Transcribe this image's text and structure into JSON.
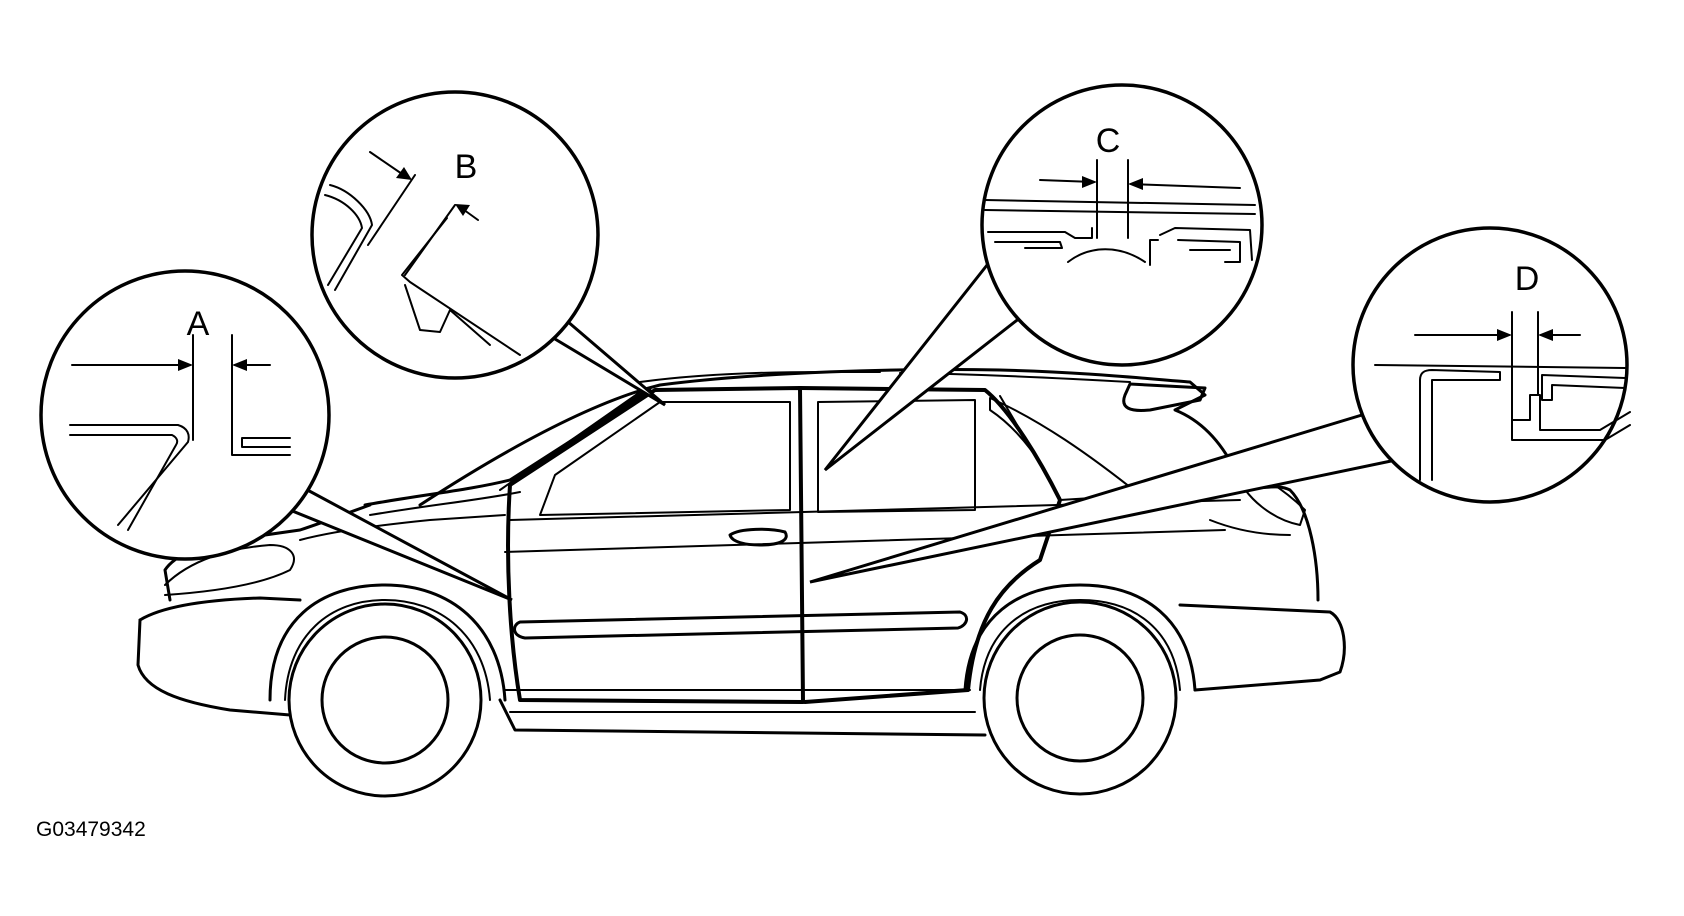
{
  "figure_id": "G03479342",
  "callouts": [
    {
      "id": "A",
      "label": "A"
    },
    {
      "id": "B",
      "label": "B"
    },
    {
      "id": "C",
      "label": "C"
    },
    {
      "id": "D",
      "label": "D"
    }
  ]
}
